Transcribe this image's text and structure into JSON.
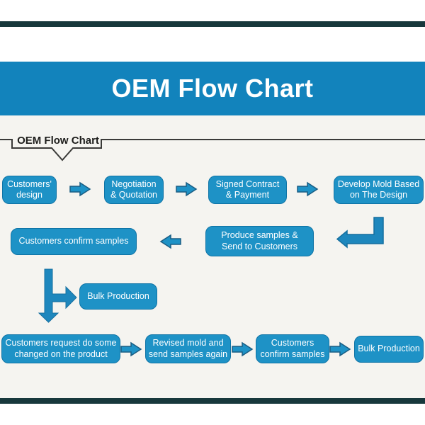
{
  "banner": {
    "title": "OEM Flow Chart"
  },
  "section": {
    "label": "OEM Flow Chart"
  },
  "nodes": {
    "customers_design": "Customers'\ndesign",
    "negotiation": "Negotiation\n& Quotation",
    "signed_contract": "Signed Contract\n& Payment",
    "develop_mold": "Develop Mold Based\non The Design",
    "produce_samples": "Produce samples &\nSend to Customers",
    "customers_confirm_1": "Customers confirm samples",
    "bulk_production_1": "Bulk Production",
    "customers_request": "Customers request do some\nchanged on the product",
    "revised_mold": "Revised mold and\nsend samples again",
    "customers_confirm_2": "Customers\nconfirm samples",
    "bulk_production_2": "Bulk Production"
  },
  "colors": {
    "banner_bg": "#1283bc",
    "node_fill": "#1e92c6",
    "node_border": "#0f74a6",
    "node_text": "#ffffff",
    "arrow_fill": "#1e92c6",
    "arrow_outline": "#1a5d83",
    "connector_fill": "#1e87bd",
    "connector_outline": "#156f9f",
    "content_bg": "#f5f4f0",
    "accent_bar": "#17383c",
    "bracket_line": "#3a3a38",
    "label_text": "#1d1d1b"
  }
}
